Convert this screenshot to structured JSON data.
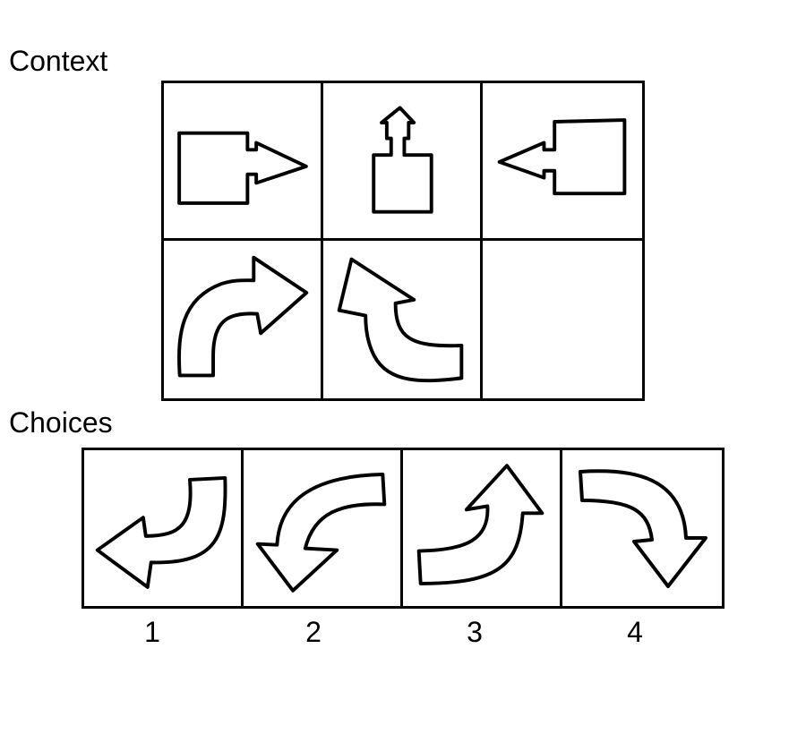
{
  "context": {
    "label": "Context",
    "cells": [
      {
        "icon": "square-with-arrow-right-icon"
      },
      {
        "icon": "square-with-arrow-up-icon"
      },
      {
        "icon": "square-with-arrow-left-icon"
      },
      {
        "icon": "curved-arrow-up-right-icon"
      },
      {
        "icon": "curved-arrow-up-left-icon"
      },
      {
        "icon": "empty-cell"
      }
    ]
  },
  "choices": {
    "label": "Choices",
    "items": [
      {
        "number": "1",
        "icon": "curved-arrow-down-left-icon"
      },
      {
        "number": "2",
        "icon": "curved-arrow-left-down-icon"
      },
      {
        "number": "3",
        "icon": "curved-arrow-right-up-icon"
      },
      {
        "number": "4",
        "icon": "curved-arrow-right-down-icon"
      }
    ]
  }
}
